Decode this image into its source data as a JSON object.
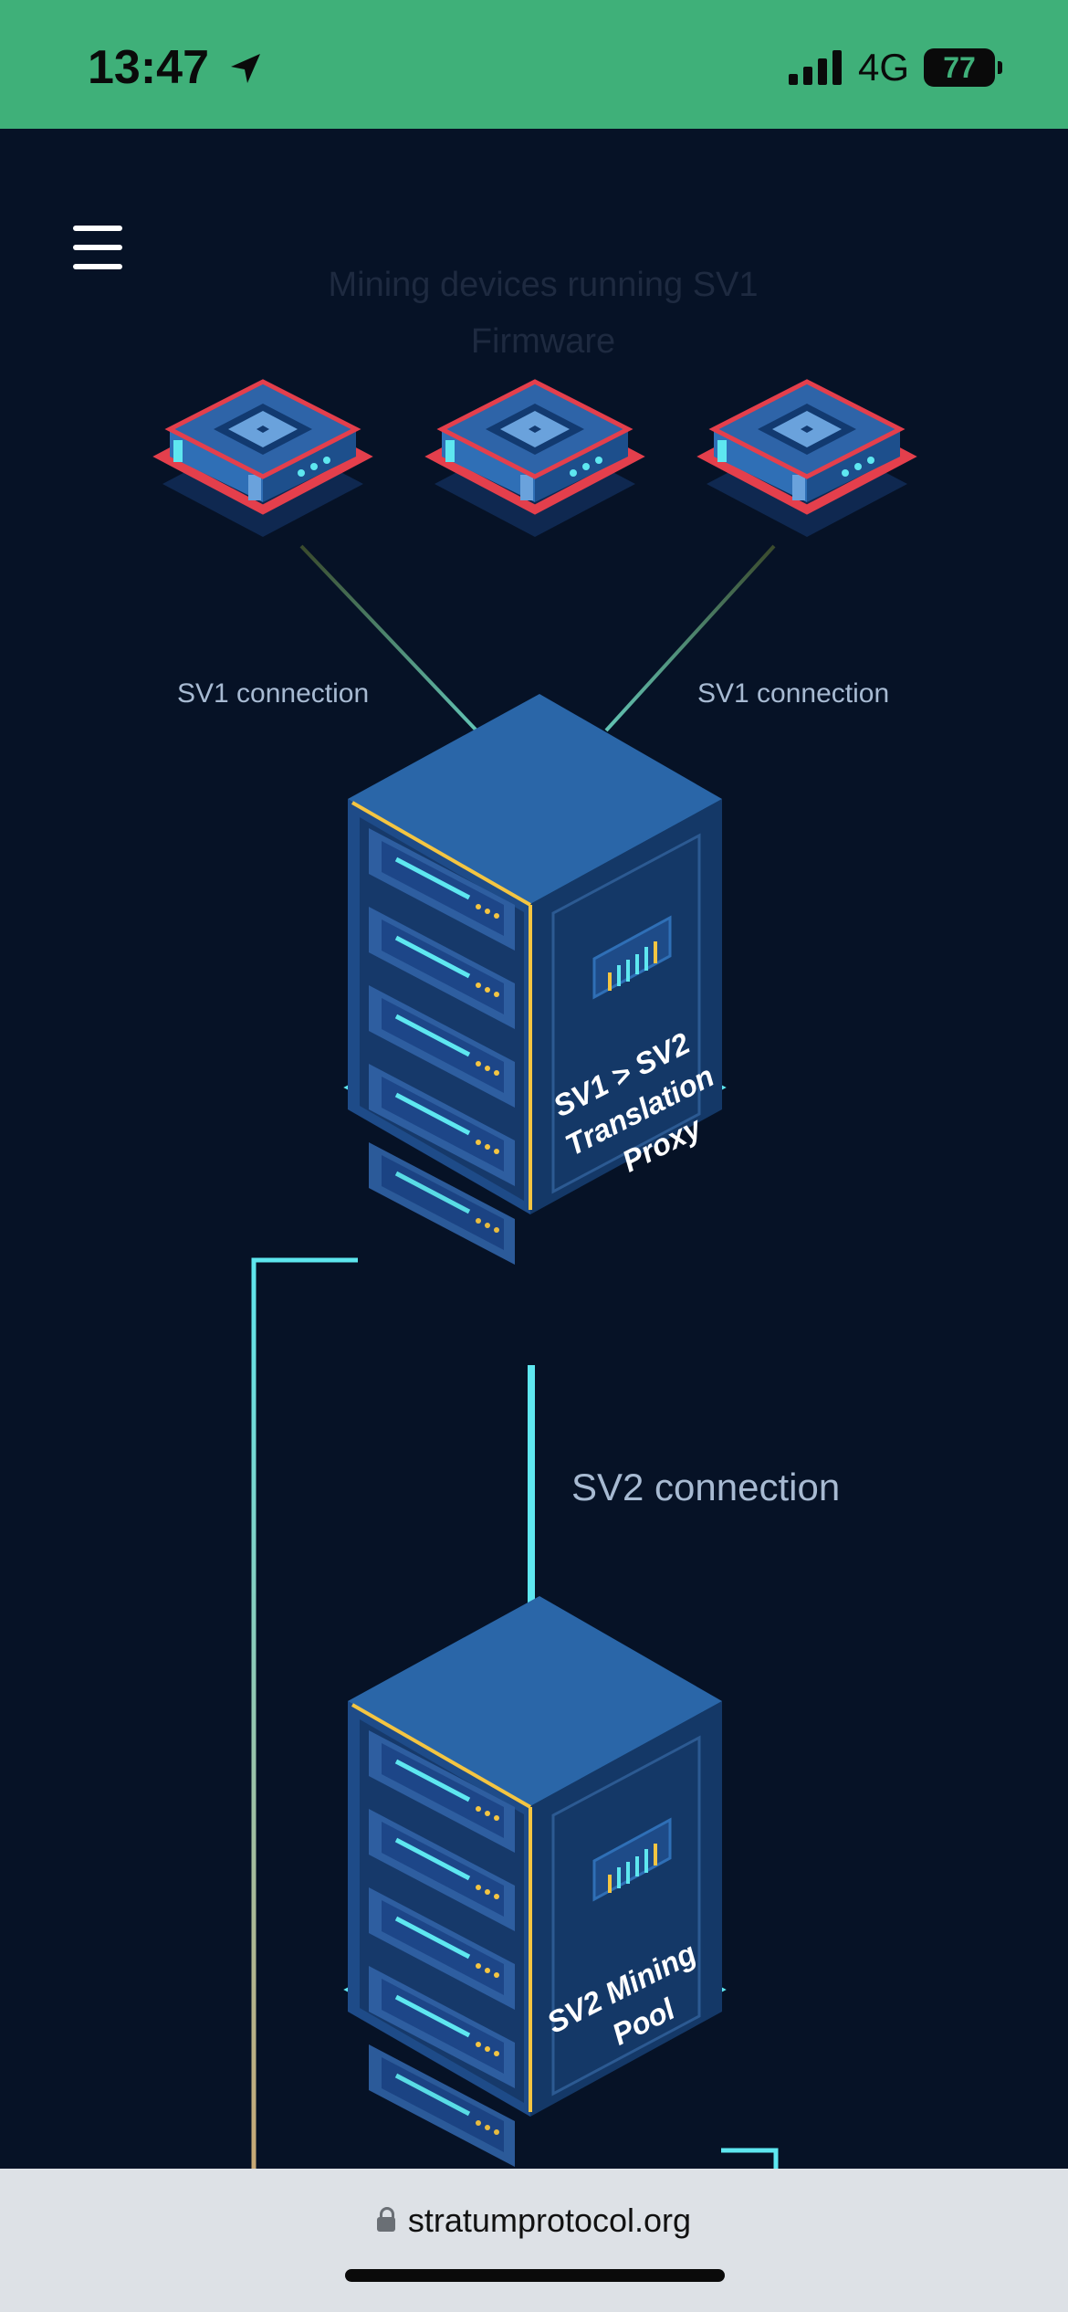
{
  "status_bar": {
    "time": "13:47",
    "network": "4G",
    "battery": "77"
  },
  "header": {
    "menu_icon": "hamburger-menu-icon"
  },
  "diagram": {
    "title": "Mining devices running SV1 Firmware",
    "left_connection_label": "SV1 connection",
    "right_connection_label": "SV1 connection",
    "proxy_label": [
      "SV1 > SV2",
      "Translation",
      "Proxy"
    ],
    "sv2_connection_label": "SV2 connection",
    "pool_label": [
      "SV2 Mining",
      "Pool"
    ]
  },
  "browser": {
    "url": "stratumprotocol.org"
  }
}
